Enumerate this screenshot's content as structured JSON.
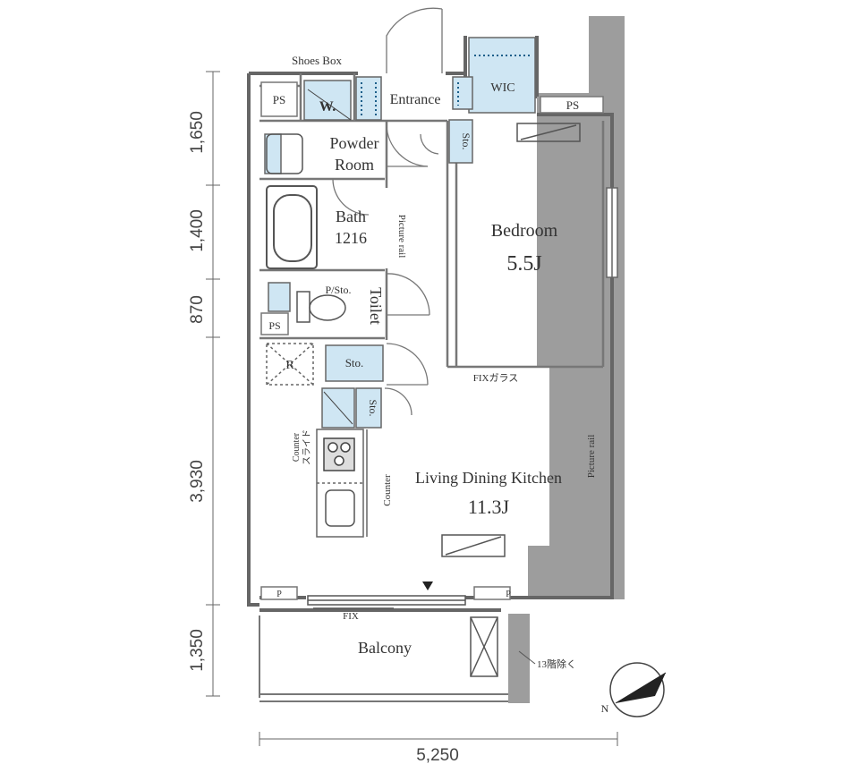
{
  "dimensions": {
    "vertical": [
      "1,650",
      "1,400",
      "870",
      "3,930",
      "1,350"
    ],
    "horizontal": "5,250"
  },
  "rooms": {
    "shoes_box": "Shoes Box",
    "ps_top_left": "PS",
    "washer": "W.",
    "entrance": "Entrance",
    "wic": "WIC",
    "ps_top_right": "PS",
    "storage_entrance": "Sto.",
    "powder_room_line1": "Powder",
    "powder_room_line2": "Room",
    "bath_line1": "Bath",
    "bath_line2": "1216",
    "picture_rail_left": "Picture rail",
    "bedroom": "Bedroom",
    "bedroom_size": "5.5J",
    "p_sto": "P/Sto.",
    "toilet": "Toilet",
    "ps_toilet": "PS",
    "refrigerator": "R",
    "storage_hall": "Sto.",
    "storage_small": "Sto.",
    "fix_glass": "FIXガラス",
    "counter_left": "Counter",
    "slide": "スライド",
    "counter_right": "Counter",
    "ldk": "Living Dining Kitchen",
    "ldk_size": "11.3J",
    "picture_rail_right": "Picture rail",
    "p_left": "P",
    "p_right": "P",
    "fix": "FIX",
    "balcony": "Balcony",
    "floor_note": "13階除く",
    "compass_n": "N"
  },
  "colors": {
    "wall": "#7a7a7a",
    "shaft": "#9d9d9d",
    "accent": "#cfe6f3",
    "line": "#555555"
  }
}
